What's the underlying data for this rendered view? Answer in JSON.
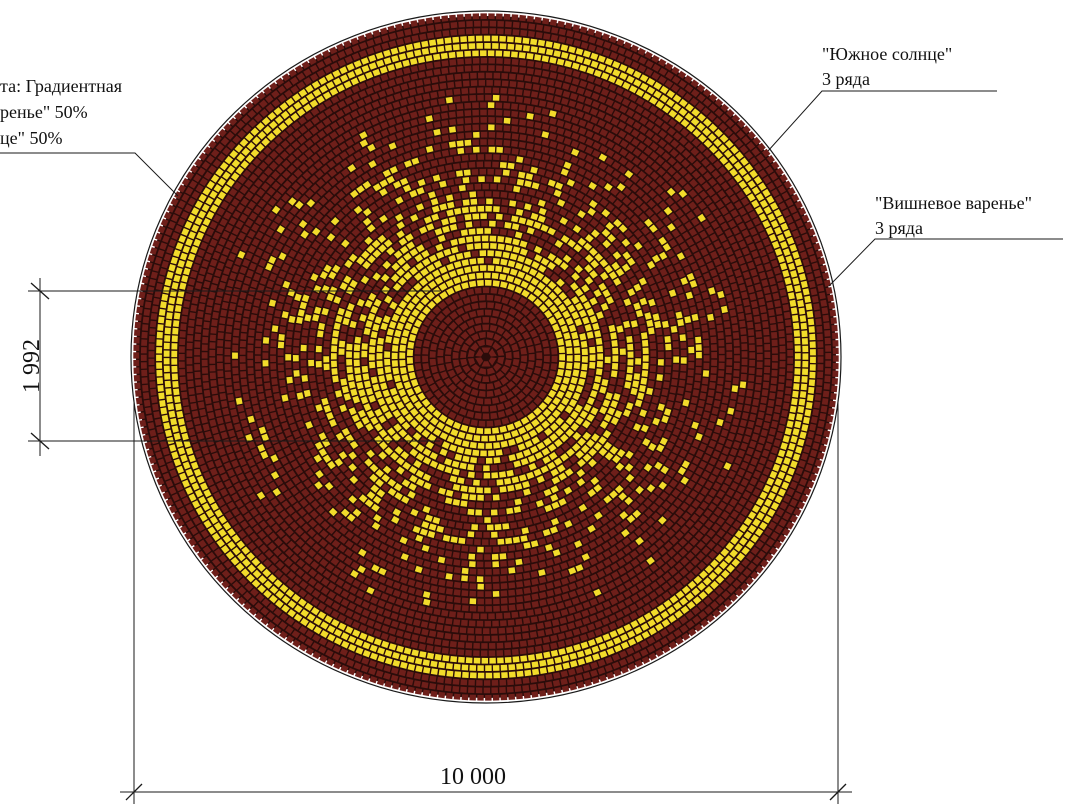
{
  "labels": {
    "gradient": {
      "line1": "та: Градиентная",
      "line2": "ренье\" 50%",
      "line3": "це\" 50%"
    },
    "sun_band": {
      "name": "\"Южное солнце\"",
      "rows": "3 ряда"
    },
    "cherry_band": {
      "name": "\"Вишневое варенье\"",
      "rows": "3 ряда"
    }
  },
  "dimensions": {
    "width": "10 000",
    "height": "1 992"
  },
  "colors": {
    "cherry": "#6e1f1a",
    "sun": "#f2dc2b",
    "joint": "#2a0c0a",
    "line": "#1a1a1a"
  }
}
